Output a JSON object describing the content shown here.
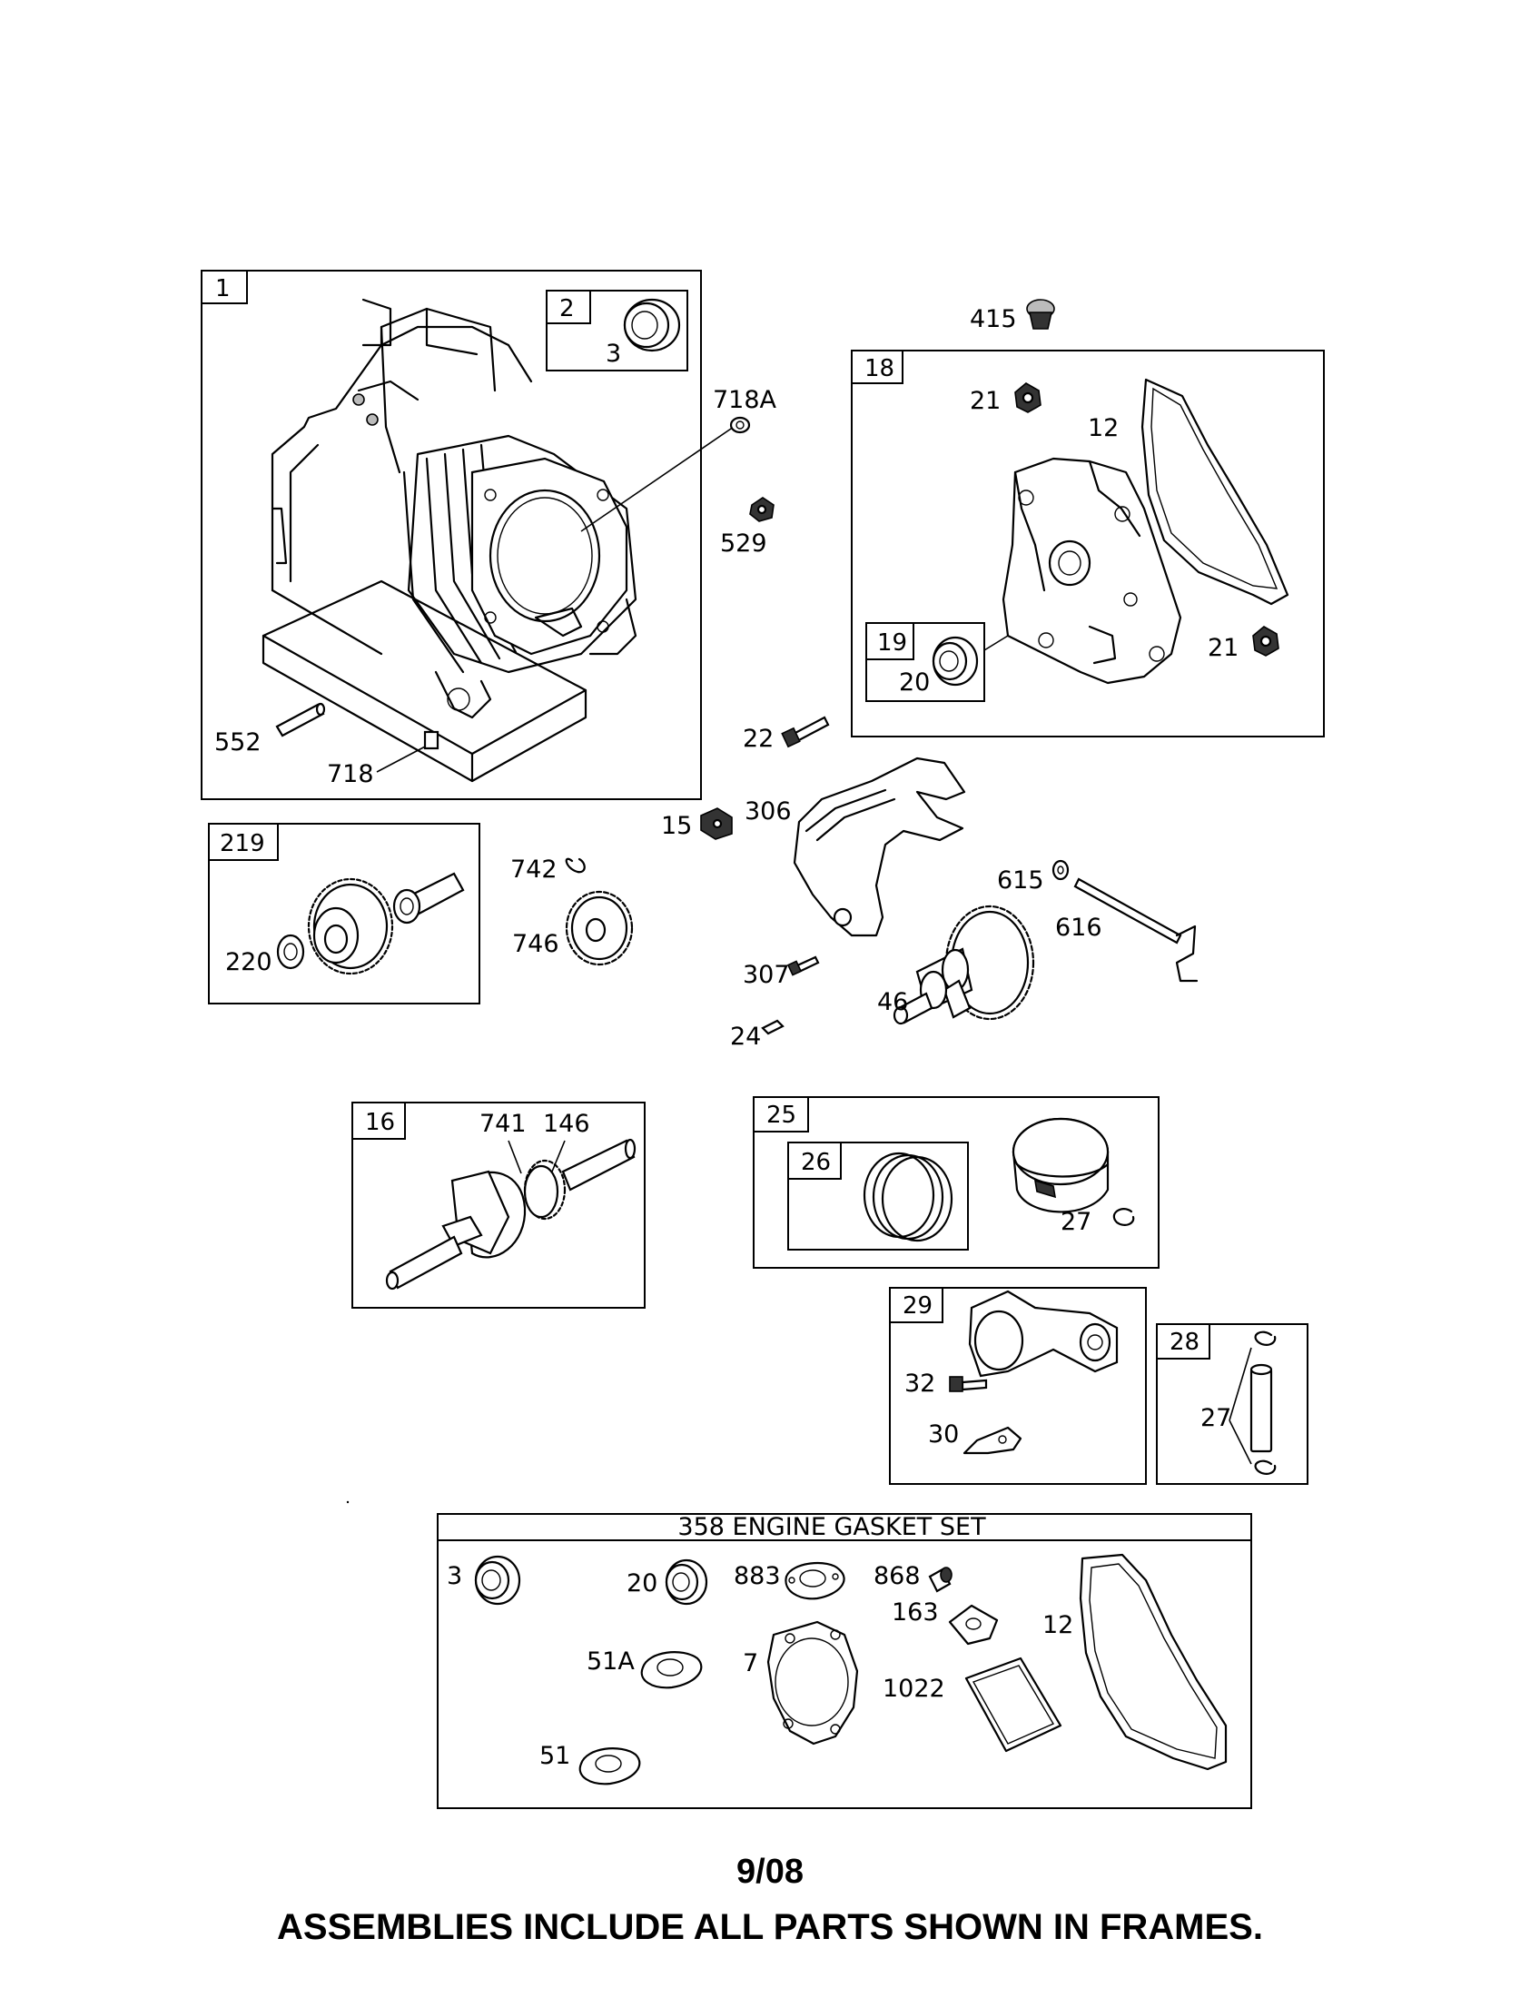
{
  "frames": {
    "f1": "1",
    "f2": "2",
    "f18": "18",
    "f19": "19",
    "f219": "219",
    "f16": "16",
    "f25": "25",
    "f26": "26",
    "f29": "29",
    "f28": "28"
  },
  "labels": {
    "p3a": "3",
    "p718A": "718A",
    "p529": "529",
    "p552": "552",
    "p718": "718",
    "p415": "415",
    "p21a": "21",
    "p12a": "12",
    "p21b": "21",
    "p20a": "20",
    "p22": "22",
    "p306": "306",
    "p15": "15",
    "p742": "742",
    "p746": "746",
    "p220": "220",
    "p615": "615",
    "p616": "616",
    "p307": "307",
    "p46": "46",
    "p24": "24",
    "p741": "741",
    "p146": "146",
    "p27a": "27",
    "p32": "32",
    "p30": "30",
    "p27b": "27"
  },
  "gasket": {
    "title": "358 ENGINE GASKET SET",
    "g3": "3",
    "g20": "20",
    "g883": "883",
    "g868": "868",
    "g163": "163",
    "g12": "12",
    "g51A": "51A",
    "g7": "7",
    "g1022": "1022",
    "g51": "51"
  },
  "footer": {
    "date": "9/08",
    "note": "ASSEMBLIES INCLUDE ALL PARTS SHOWN IN FRAMES."
  }
}
